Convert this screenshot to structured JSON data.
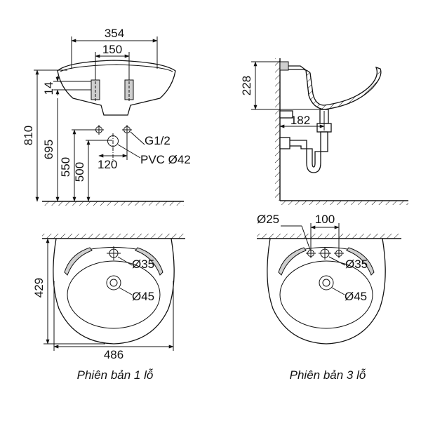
{
  "front_view": {
    "dim_overall_width": "354",
    "dim_bolt_spacing": "150",
    "dim_14": "14",
    "dim_height_total": "810",
    "dim_695": "695",
    "dim_550": "550",
    "dim_500": "500",
    "dim_120": "120",
    "label_g12": "G1/2",
    "label_pvc": "PVC Ø42"
  },
  "side_view": {
    "dim_228": "228",
    "dim_182": "182"
  },
  "top_view_1hole": {
    "dim_depth": "429",
    "dim_width": "486",
    "dim_tap_hole": "Ø35",
    "dim_drain": "Ø45",
    "caption": "Phiên bản 1 lỗ"
  },
  "top_view_3hole": {
    "dim_side_hole": "Ø25",
    "dim_hole_spacing": "100",
    "dim_tap_hole": "Ø35",
    "dim_drain": "Ø45",
    "caption": "Phiên bản 3 lỗ"
  }
}
